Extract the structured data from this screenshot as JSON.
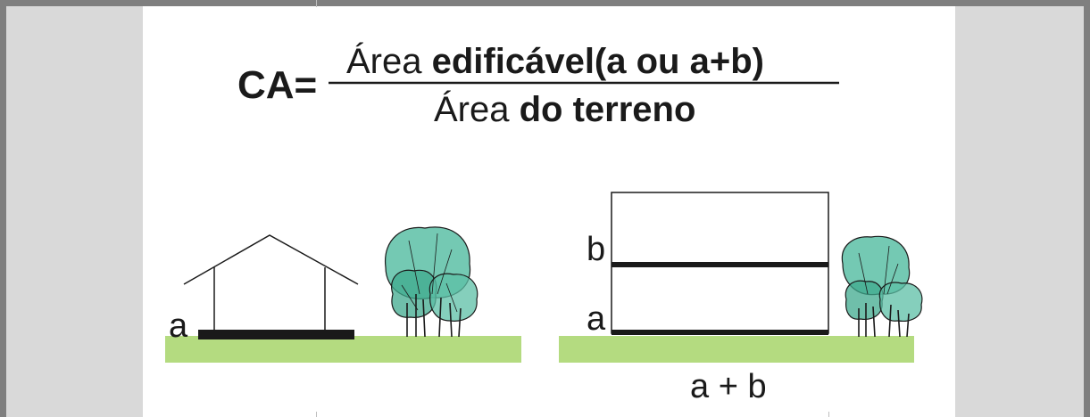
{
  "formula": {
    "lhs": "CA=",
    "numerator_regular": "Área ",
    "numerator_bold": "edificável(a ou a+b)",
    "denominator_regular": "Área ",
    "denominator_bold": "do terreno"
  },
  "left_scene": {
    "floor_label": "a"
  },
  "right_scene": {
    "upper_floor_label": "b",
    "lower_floor_label": "a",
    "total_label": "a + b"
  },
  "colors": {
    "ground": "#b4db80",
    "tree_fill": "#5cbfa6",
    "slab": "#1a1a1a",
    "border": "#7f7f7f",
    "side_margin": "#d9d9d9"
  }
}
